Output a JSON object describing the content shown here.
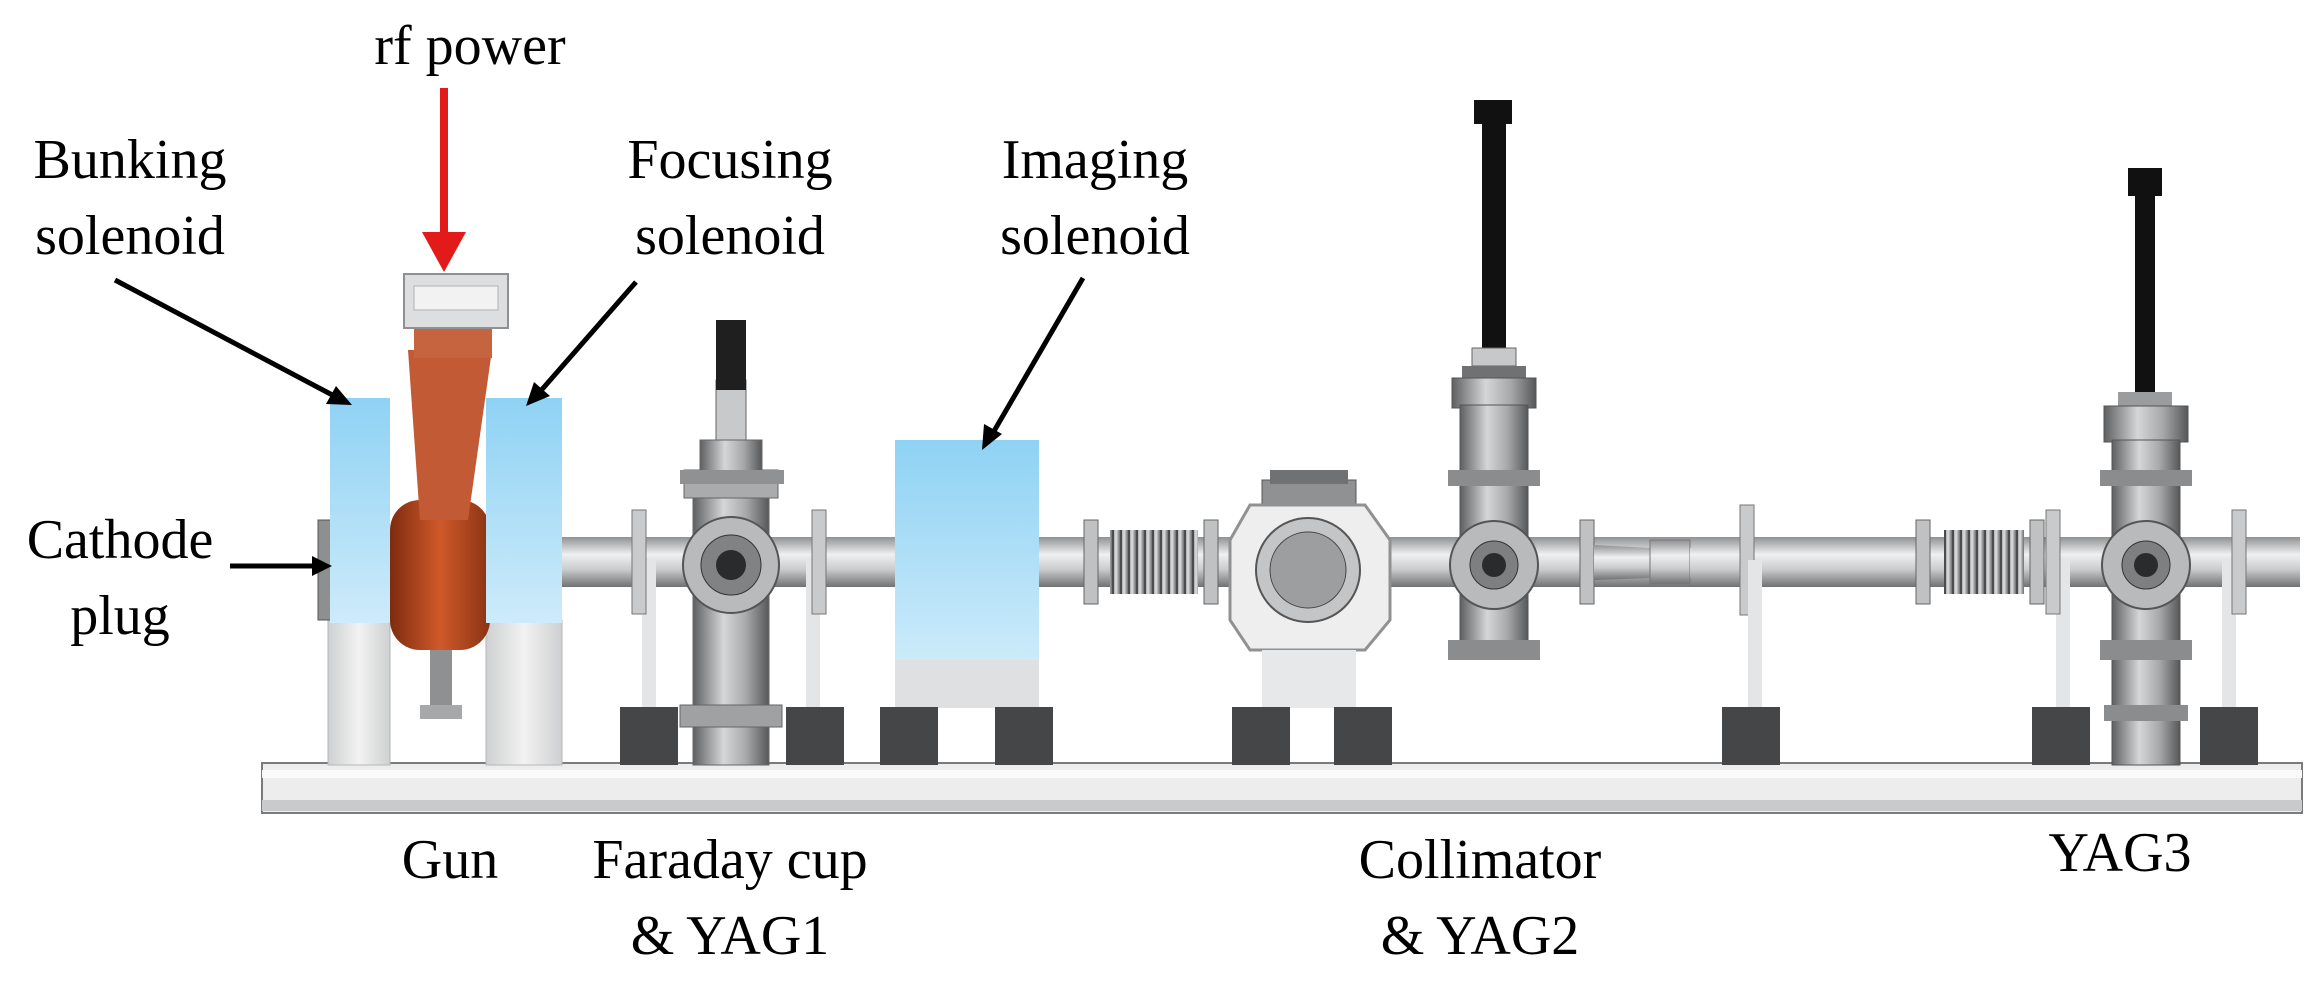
{
  "labels": {
    "rf_power": "rf power",
    "bunking_solenoid": [
      "Bunking",
      "solenoid"
    ],
    "focusing_solenoid": [
      "Focusing",
      "solenoid"
    ],
    "imaging_solenoid": [
      "Imaging",
      "solenoid"
    ],
    "cathode_plug": [
      "Cathode",
      "plug"
    ],
    "gun": "Gun",
    "faraday_cup": [
      "Faraday cup",
      "& YAG1"
    ],
    "collimator": [
      "Collimator",
      "& YAG2"
    ],
    "yag3": "YAG3"
  },
  "colors": {
    "solenoid_blue": "#a9dcf6",
    "cavity_copper": "#b9471f",
    "rf_arrow": "#e31a1a",
    "steel": "#9a9c9e",
    "support_dark": "#454648"
  }
}
